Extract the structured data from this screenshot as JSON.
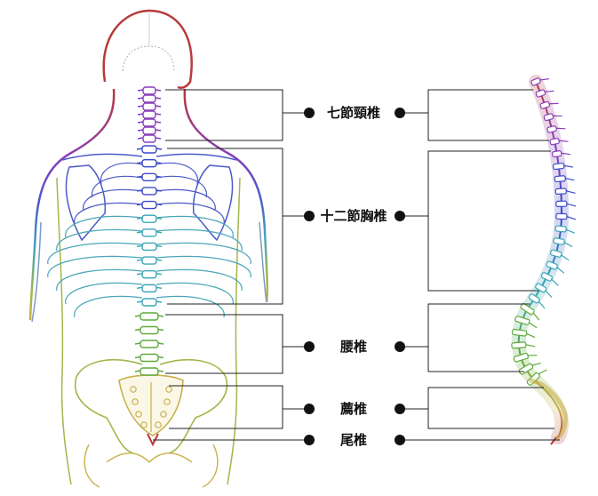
{
  "regions": [
    {
      "key": "cervical",
      "label": "七節頸椎",
      "color": "#8a3fb8"
    },
    {
      "key": "thoracic",
      "label": "十二節胸椎",
      "color": "#3aa6b8"
    },
    {
      "key": "lumbar",
      "label": "腰椎",
      "color": "#5faa3a"
    },
    {
      "key": "sacrum",
      "label": "薦椎",
      "color": "#c8b04a"
    },
    {
      "key": "coccyx",
      "label": "尾椎",
      "color": "#b83a3a"
    }
  ],
  "palette": {
    "skull": "#b83a3a",
    "shoulder": "#4a5ac8",
    "ribs": "#4aa6b8",
    "pelvis": "#9fb84a",
    "leader_line": "#222222",
    "dot": "#111111"
  }
}
